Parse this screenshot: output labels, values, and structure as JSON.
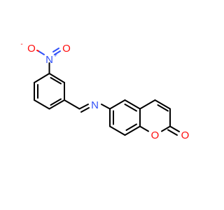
{
  "molecule": {
    "atoms": {
      "nitro_n": "N",
      "nitro_n_charge": "+",
      "nitro_o_left": "O",
      "nitro_o_left_charge": "-",
      "nitro_o_right": "O",
      "imine_n": "N",
      "ring_o": "O",
      "carbonyl_o": "O"
    },
    "colors": {
      "bond": "#000000",
      "nitrogen": "#3050f8",
      "oxygen": "#ff0d0d"
    }
  }
}
